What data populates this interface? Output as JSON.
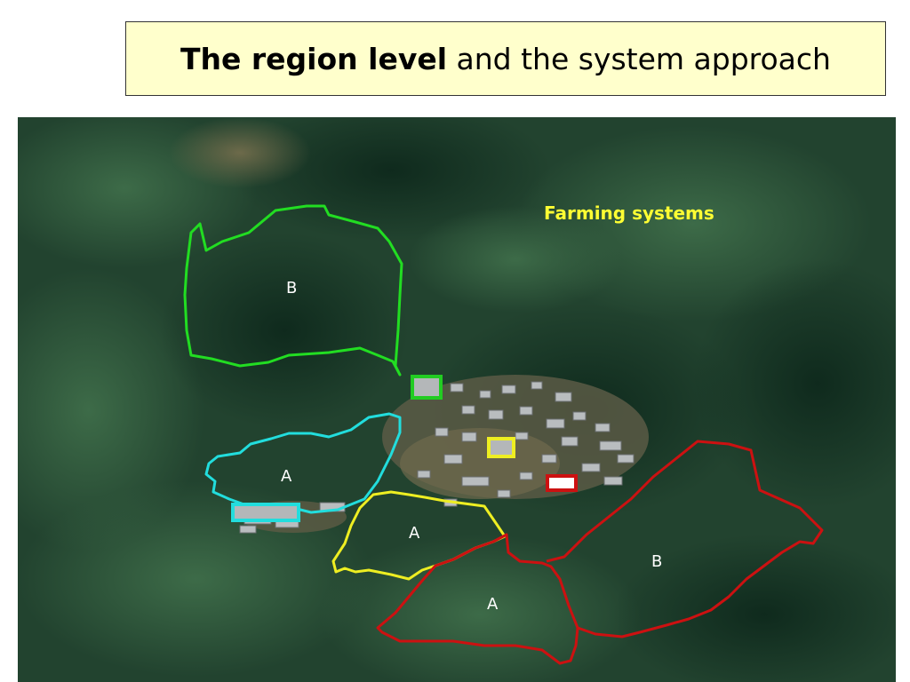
{
  "slide": {
    "title_bold": "The region level",
    "title_rest": " and the system approach"
  },
  "photo": {
    "caption": "Farming systems",
    "zones": {
      "green_b": "B",
      "cyan_a": "A",
      "yellow_a": "A",
      "red_a": "A",
      "red_b": "B"
    },
    "colors": {
      "green_zone": "#22dd22",
      "cyan_zone": "#22dddd",
      "yellow_zone": "#eeee22",
      "red_zone": "#cc1111",
      "caption": "#ffff33",
      "label": "#ffffff"
    }
  }
}
